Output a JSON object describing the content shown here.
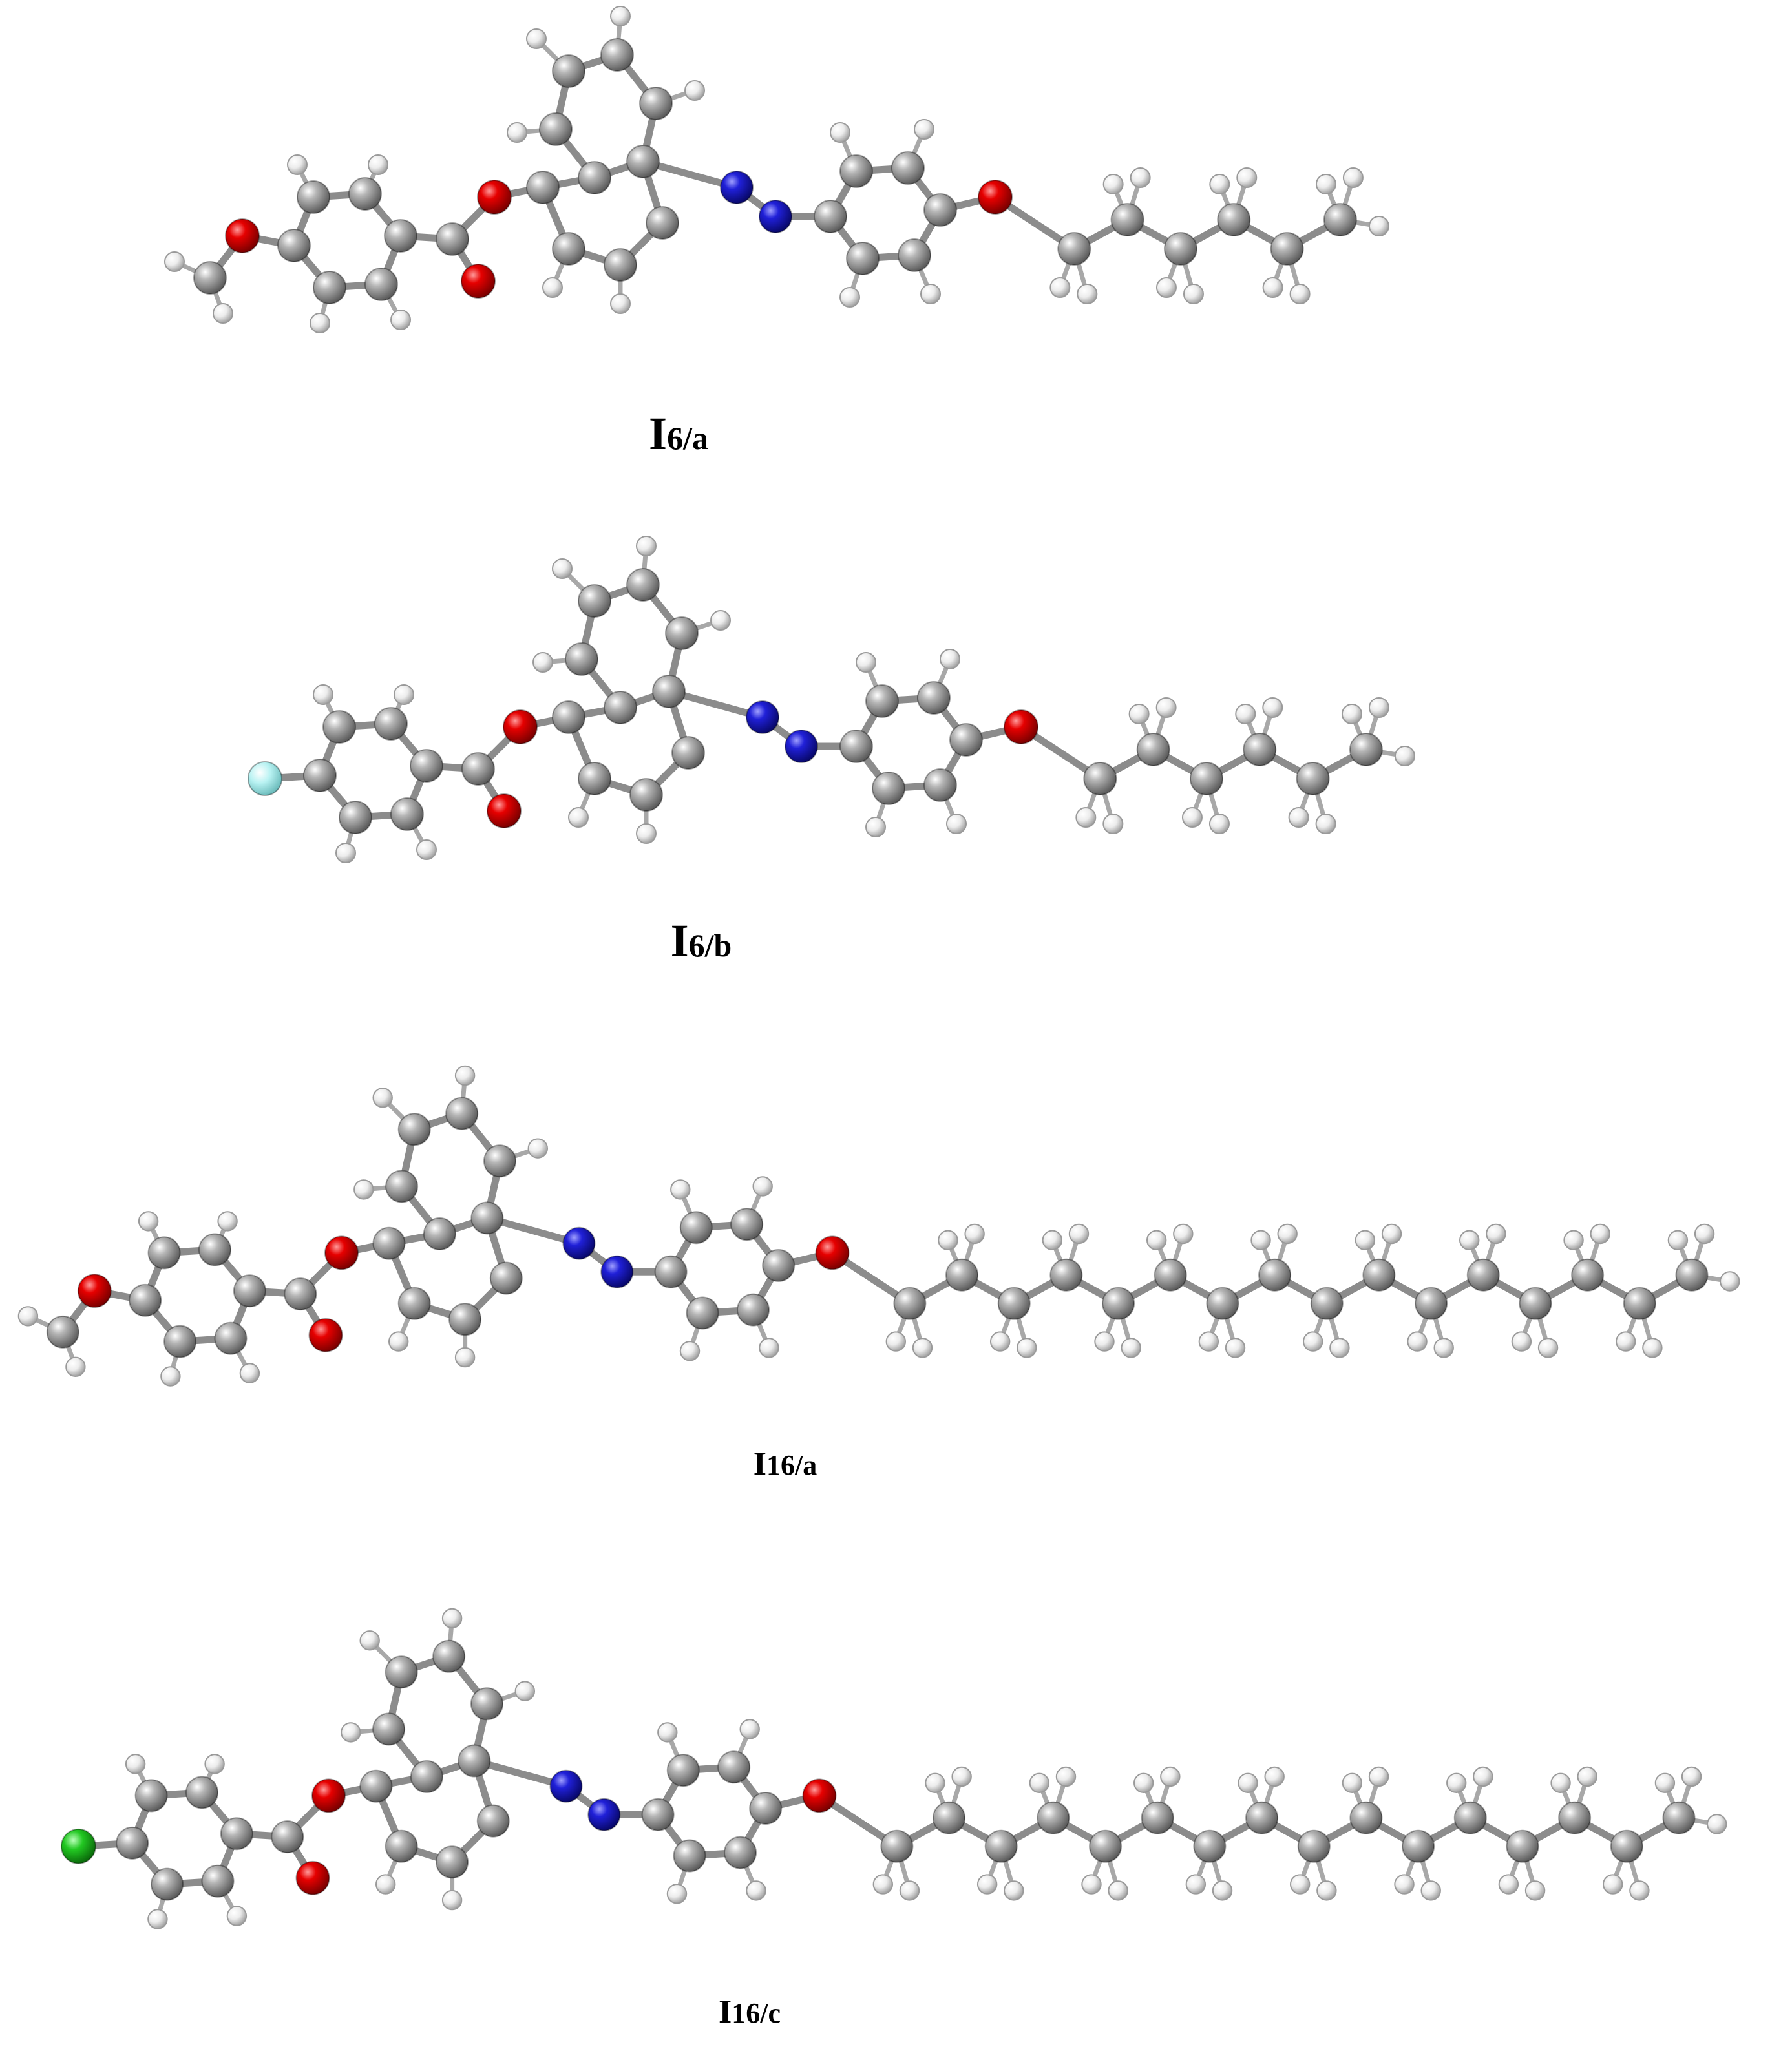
{
  "structures": [
    {
      "label_main": "I",
      "label_sub": "6/a",
      "terminal": "methoxy",
      "chain_length": 6
    },
    {
      "label_main": "I",
      "label_sub": "6/b",
      "terminal": "fluoro",
      "chain_length": 6
    },
    {
      "label_main": "I",
      "label_sub": "16/a",
      "terminal": "methoxy",
      "chain_length": 16
    },
    {
      "label_main": "I",
      "label_sub": "16/c",
      "terminal": "chloro",
      "chain_length": 16
    }
  ],
  "colors": {
    "carbon": "#8f8f8f",
    "hydrogen": "#e6e6e6",
    "oxygen": "#d40000",
    "nitrogen": "#1818c8",
    "fluorine": "#a8ecec",
    "chlorine": "#22c822"
  }
}
